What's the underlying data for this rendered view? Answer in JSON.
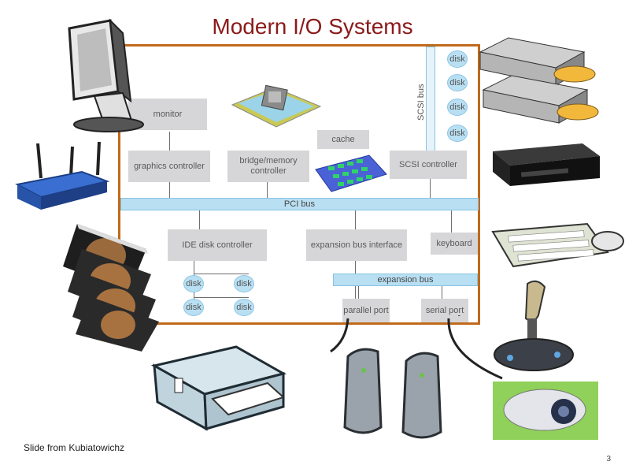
{
  "title": "Modern I/O Systems",
  "footer": "Slide from Kubiatowichz",
  "page_number": "3",
  "diagram": {
    "monitor": "monitor",
    "cache": "cache",
    "graphics_controller": "graphics controller",
    "bridge_memory_controller": "bridge/memory controller",
    "scsi_controller": "SCSI controller",
    "pci_bus": "PCI bus",
    "ide_disk_controller": "IDE disk controller",
    "expansion_bus_interface": "expansion bus interface",
    "keyboard": "keyboard",
    "expansion_bus": "expansion bus",
    "parallel_port": "parallel port",
    "serial_port": "serial port",
    "scsi_bus": "SCSI bus",
    "disk": "disk"
  },
  "colors": {
    "title": "#8b1a1a",
    "frame": "#c06a1c",
    "bus": "#b9dff2",
    "box": "#d6d6d8"
  }
}
